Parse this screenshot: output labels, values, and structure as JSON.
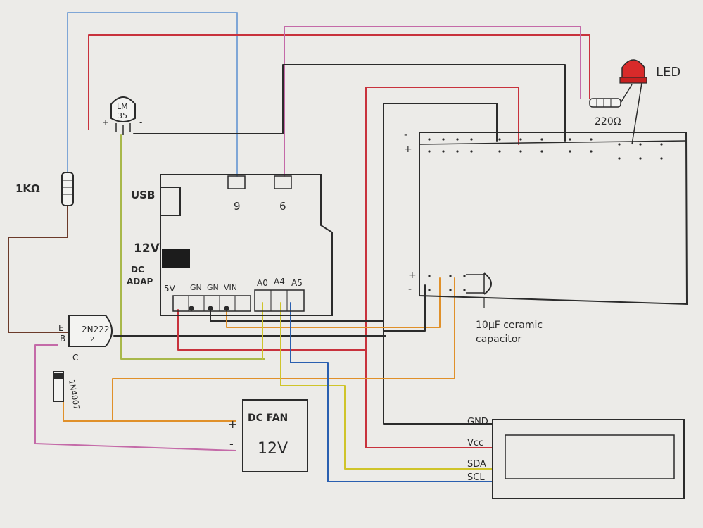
{
  "colors": {
    "paper": "#ecebe8",
    "pencil": "#2b2b2b",
    "red": "#c8323c",
    "blue": "#7fa6d6",
    "pink": "#c46aa8",
    "yellow": "#cfc42a",
    "orange": "#e0902a",
    "olive": "#a8b84a",
    "brown": "#6b3a2a",
    "led": "#d82a2a"
  },
  "labels": {
    "lm35_line1": "LM",
    "lm35_line2": "35",
    "lm35_plus": "+",
    "lm35_minus": "-",
    "resistor_1k": "1KΩ",
    "resistor_220": "220Ω",
    "led": "LED",
    "usb": "USB",
    "v12": "12V",
    "dc_adap_1": "DC",
    "dc_adap_2": "ADAP",
    "pin_9": "9",
    "pin_6": "6",
    "pin_5v": "5V",
    "pin_gn1": "GN",
    "pin_gn2": "GN",
    "pin_vin": "VIN",
    "pin_a0": "A0",
    "pin_a4": "A4",
    "pin_a5": "A5",
    "transistor": "2N222",
    "transistor_sub": "2",
    "t_e": "E",
    "t_b": "B",
    "t_c": "C",
    "diode": "1N4007",
    "fan_1": "DC FAN",
    "fan_2": "12V",
    "fan_plus": "+",
    "fan_minus": "-",
    "rail_minus": "-",
    "rail_plus": "+",
    "cap_plus": "+",
    "cap_minus": "-",
    "cap_1": "10μF ceramic",
    "cap_2": "capacitor",
    "lcd_gnd": "GND",
    "lcd_vcc": "Vcc",
    "lcd_sda": "SDA",
    "lcd_scl": "SCL"
  }
}
